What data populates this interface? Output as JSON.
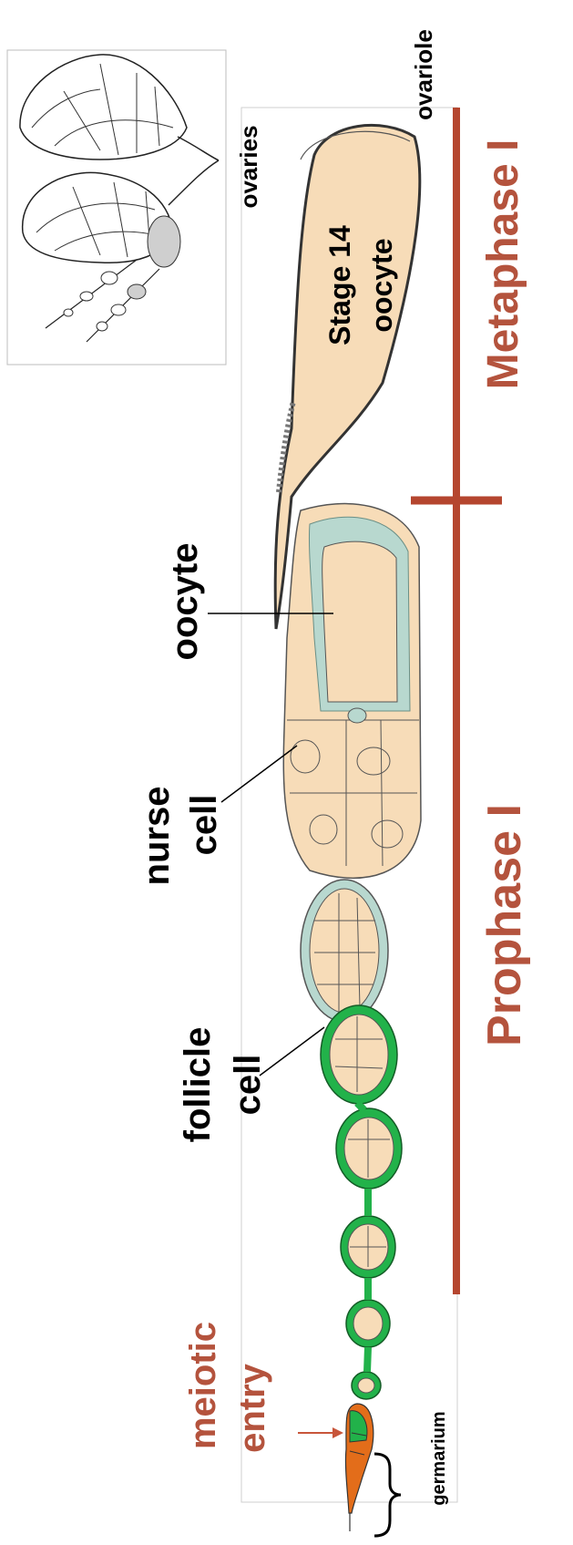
{
  "labels": {
    "ovaries": "ovaries",
    "ovariole": "ovariole",
    "stage14_line1": "Stage 14",
    "stage14_line2": "oocyte",
    "oocyte": "oocyte",
    "nurse_line1": "nurse",
    "nurse_line2": "cell",
    "follicle_line1": "follicle",
    "follicle_line2": "cell",
    "meiotic_line1": "meiotic",
    "meiotic_line2": "entry",
    "germarium": "germarium",
    "metaphase": "Metaphase I",
    "prophase": "Prophase I"
  },
  "colors": {
    "phase_bar": "#b5462f",
    "phase_text": "#b4533d",
    "oocyte_fill": "#f7dcb8",
    "follicle_green": "#22b24a",
    "follicle_blue": "#b8d8cf",
    "germarium_orange": "#e36d1a",
    "arrow": "#c8553a"
  }
}
